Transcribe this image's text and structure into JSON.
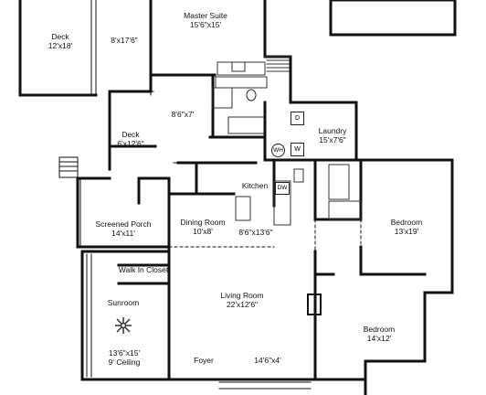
{
  "rooms": {
    "deck_main": {
      "name": "Deck",
      "dims": "12'x18'"
    },
    "deck_passage": {
      "dims": "8'x17'6\""
    },
    "master_suite": {
      "name": "Master Suite",
      "dims": "15'6\"x15'"
    },
    "closet_small": {
      "dims": "8'6\"x7'"
    },
    "deck_small": {
      "name": "Deck",
      "dims": "6'x12'6\""
    },
    "laundry": {
      "name": "Laundry",
      "dims": "15'x7'6\""
    },
    "kitchen": {
      "name": "Kitchen",
      "dims": "8'6\"x13'6\""
    },
    "screened_porch": {
      "name": "Screened Porch",
      "dims": "14'x11'"
    },
    "dining_room": {
      "name": "Dining Room",
      "dims": "10'x8'"
    },
    "bedroom_1": {
      "name": "Bedroom",
      "dims": "13'x19'"
    },
    "walk_in_closet": {
      "name": "Walk In Closet"
    },
    "sunroom": {
      "name": "Sunroom",
      "dims": "13'6\"x15'",
      "ceiling": "9' Ceiling"
    },
    "living_room": {
      "name": "Living Room",
      "dims": "22'x12'6\""
    },
    "bedroom_2": {
      "name": "Bedroom",
      "dims": "14'x12'"
    },
    "foyer": {
      "name": "Foyer"
    },
    "porch_front": {
      "dims": "14'6\"x4'"
    }
  },
  "appliances": {
    "dryer": "D",
    "washer": "W",
    "water_heater": "WH",
    "dishwasher": "DW"
  },
  "colors": {
    "wall": "#111111",
    "fixture": "#555555",
    "background": "#ffffff"
  }
}
